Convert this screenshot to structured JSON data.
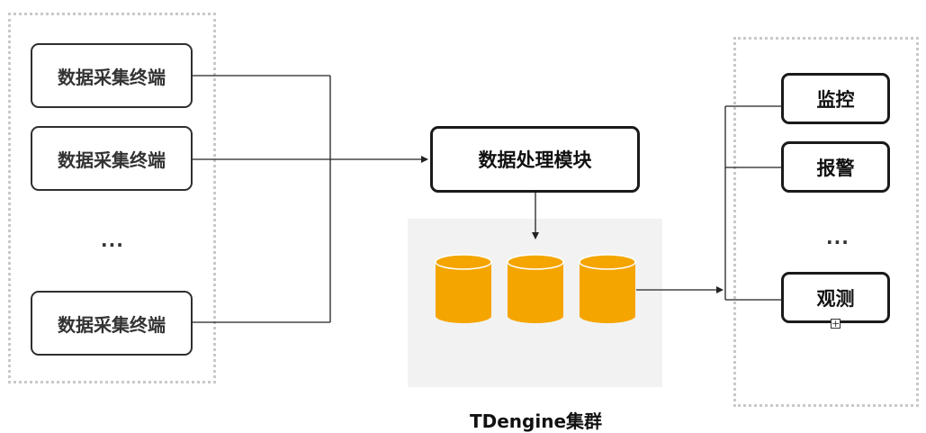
{
  "sources": {
    "terminals": [
      {
        "label": "数据采集终端"
      },
      {
        "label": "数据采集终端"
      },
      {
        "label": "数据采集终端"
      }
    ],
    "ellipsis": "..."
  },
  "processor": {
    "label": "数据处理模块"
  },
  "cluster": {
    "label": "TDengine集群",
    "db_color": "#f5a500",
    "db_count": 3
  },
  "consumers": {
    "items": [
      {
        "label": "监控"
      },
      {
        "label": "报警"
      },
      {
        "label": "观测"
      }
    ],
    "ellipsis": "..."
  },
  "icons": {
    "expand": "expand-icon"
  }
}
